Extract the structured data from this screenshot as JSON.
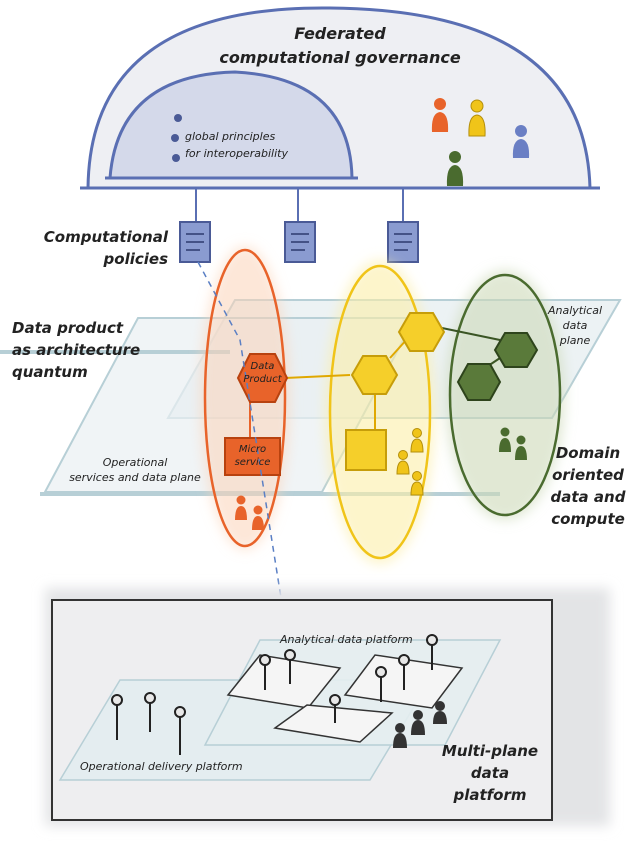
{
  "governance": {
    "title_line1": "Federated",
    "title_line2": "computational governance",
    "principles_line1": "global principles",
    "principles_line2": "for interoperability"
  },
  "policies": {
    "line1": "Computational",
    "line2": "policies"
  },
  "quantum": {
    "line1": "Data product",
    "line2": "as architecture",
    "line3": "quantum"
  },
  "analytical_plane": {
    "line1": "Analytical",
    "line2": "data",
    "line3": "plane"
  },
  "operational_plane": {
    "line1": "Operational",
    "line2": "services and data plane"
  },
  "data_product": {
    "line1": "Data",
    "line2": "Product"
  },
  "micro_service": {
    "line1": "Micro",
    "line2": "service"
  },
  "domain": {
    "line1": "Domain",
    "line2": "oriented",
    "line3": "data and",
    "line4": "compute"
  },
  "platform": {
    "analytical": "Analytical data platform",
    "operational": "Operational delivery platform",
    "multi_line1": "Multi-plane",
    "multi_line2": "data",
    "multi_line3": "platform"
  },
  "colors": {
    "blue": "#5a6fb3",
    "orange": "#e8632a",
    "yellow": "#f0c419",
    "green": "#4a6b2f",
    "gray": "#d8dbe0"
  }
}
